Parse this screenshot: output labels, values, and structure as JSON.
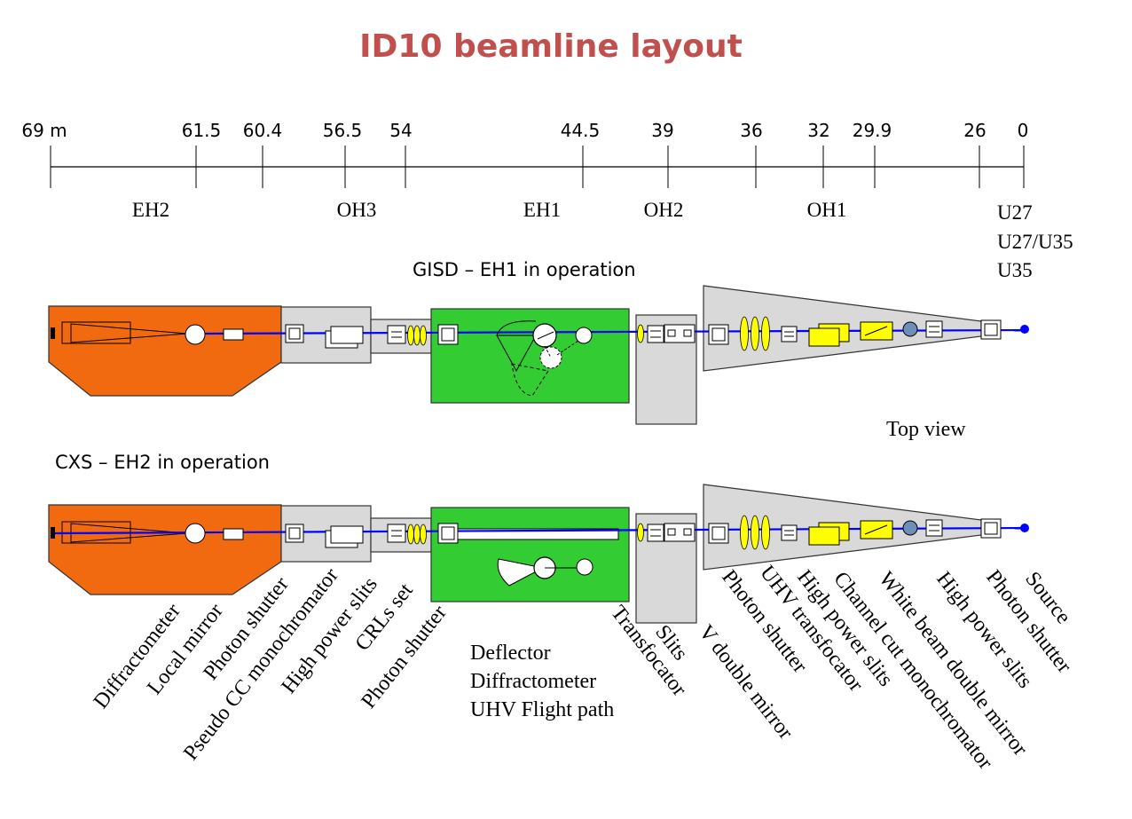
{
  "title": "ID10 beamline layout",
  "scale": {
    "ticks": [
      "69 m",
      "61.5",
      "60.4",
      "56.5",
      "54",
      "44.5",
      "39",
      "36",
      "32",
      "29.9",
      "26",
      "0"
    ],
    "hutches": [
      "EH2",
      "OH3",
      "EH1",
      "OH2",
      "OH1"
    ],
    "undulators": [
      "U27",
      "U27/U35",
      "U35"
    ]
  },
  "top_config": {
    "label": "GISD – EH1 in operation",
    "view_label": "Top view"
  },
  "bottom_config": {
    "label": "CXS – EH2 in operation"
  },
  "eh1_components": [
    "Deflector",
    "Diffractometer",
    "UHV Flight path"
  ],
  "component_labels": [
    "Diffractometer",
    "Local mirror",
    "Photon shutter",
    "Pseudo CC monochromator",
    "High power slits",
    "CRLs set",
    "Photon shutter",
    "Transfocator",
    "Slits",
    "V double mirror",
    "Photon shutter",
    "UHV transfocator",
    "High power slits",
    "Channel cut monochromator",
    "White beam double mirror",
    "High power slits",
    "Photon shutter",
    "Source"
  ],
  "colors": {
    "title": "#c0504d",
    "eh2_hutch": "#f26a10",
    "eh1_hutch": "#33cc33",
    "optics_hutch": "#d9d9d9",
    "beam": "#0000ff",
    "optics_element": "#ffff00",
    "mirror_ball": "#6d8fb8"
  }
}
